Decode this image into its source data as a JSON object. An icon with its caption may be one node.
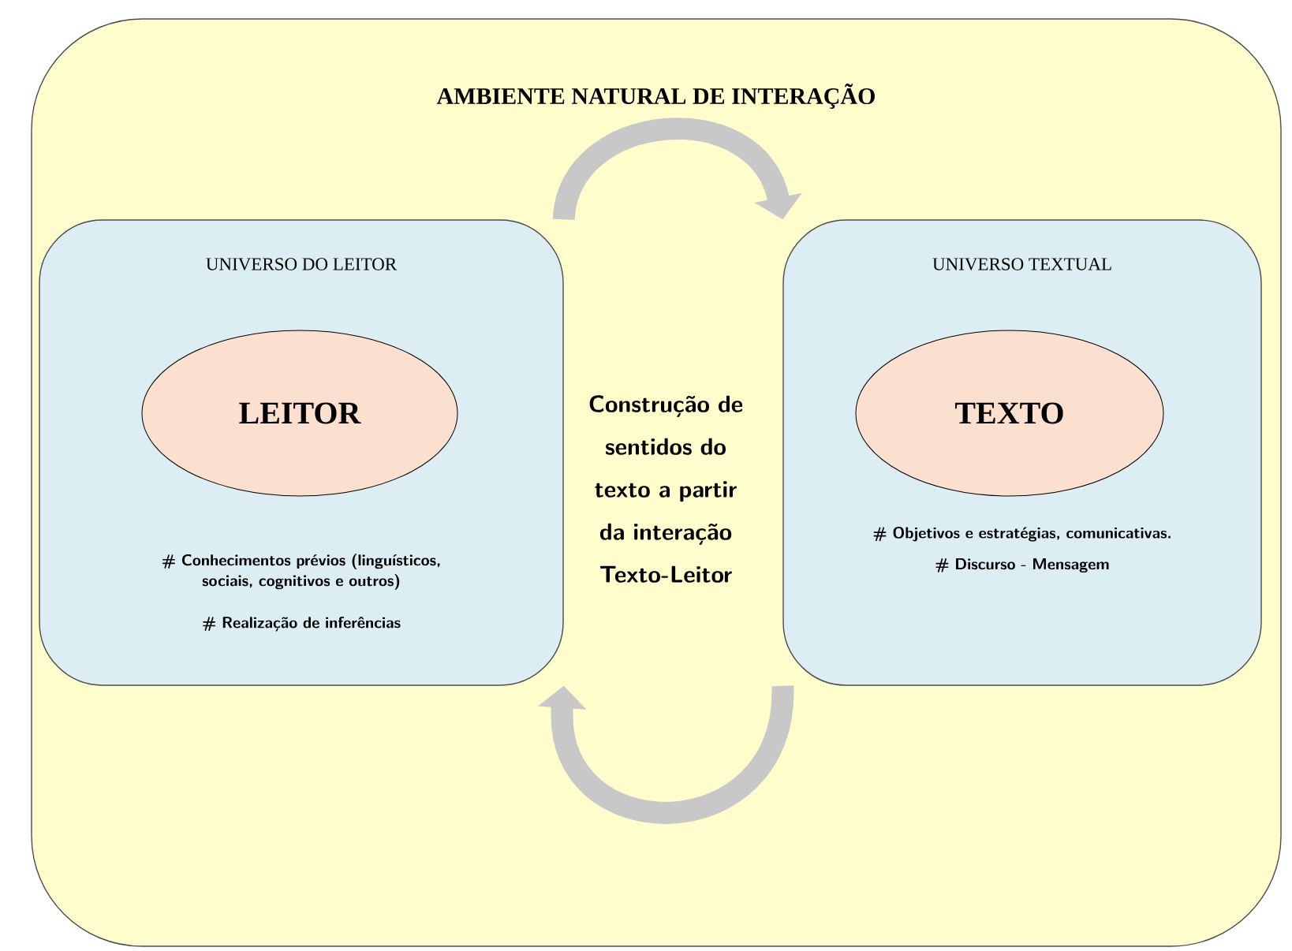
{
  "diagram": {
    "nodes": [
      {
        "text": [
          "AMBIENTE NATURAL DE INTERAÇÃO"
        ]
      },
      {
        "text": [
          "UNIVERSO DO LEITOR",
          "# Conhecimentos prévios (linguísticos, sociais, cognitivos e outros)",
          "# Realização de inferências"
        ],
        "in": 0
      },
      {
        "text": [
          "LEITOR"
        ],
        "in": 1
      },
      {
        "text": [
          "UNIVERSO TEXTUAL",
          "# Objetivos e estratégias, comunicativas.",
          "# Discurso - Mensagem"
        ],
        "in": 0
      },
      {
        "text": [
          "TEXTO"
        ],
        "in": 3
      }
    ],
    "edges": [
      {
        "from": 1,
        "to": 3,
        "arrow": "to"
      },
      {
        "from": 3,
        "to": 1,
        "arrow": "to"
      }
    ],
    "labels": [
      "Construção de sentidos do texto a partir da interação Texto-Leitor"
    ]
  }
}
